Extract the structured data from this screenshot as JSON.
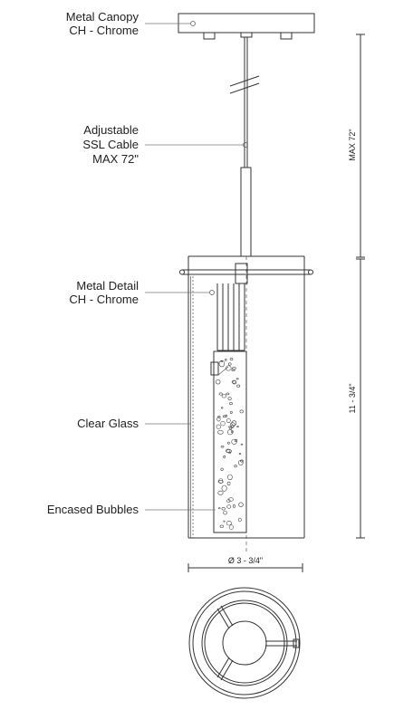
{
  "labels": {
    "canopy": [
      "Metal Canopy",
      "CH - Chrome"
    ],
    "cable": [
      "Adjustable",
      "SSL Cable",
      "MAX 72\""
    ],
    "detail": [
      "Metal Detail",
      "CH - Chrome"
    ],
    "glass": [
      "Clear Glass"
    ],
    "bubbles": [
      "Encased Bubbles"
    ]
  },
  "dimensions": {
    "cable_length": "MAX 72\"",
    "height": "11 - 3/4\"",
    "diameter": "Ø 3 - 3/4\""
  },
  "colors": {
    "line": "#333333",
    "text": "#222222",
    "background": "#ffffff"
  }
}
